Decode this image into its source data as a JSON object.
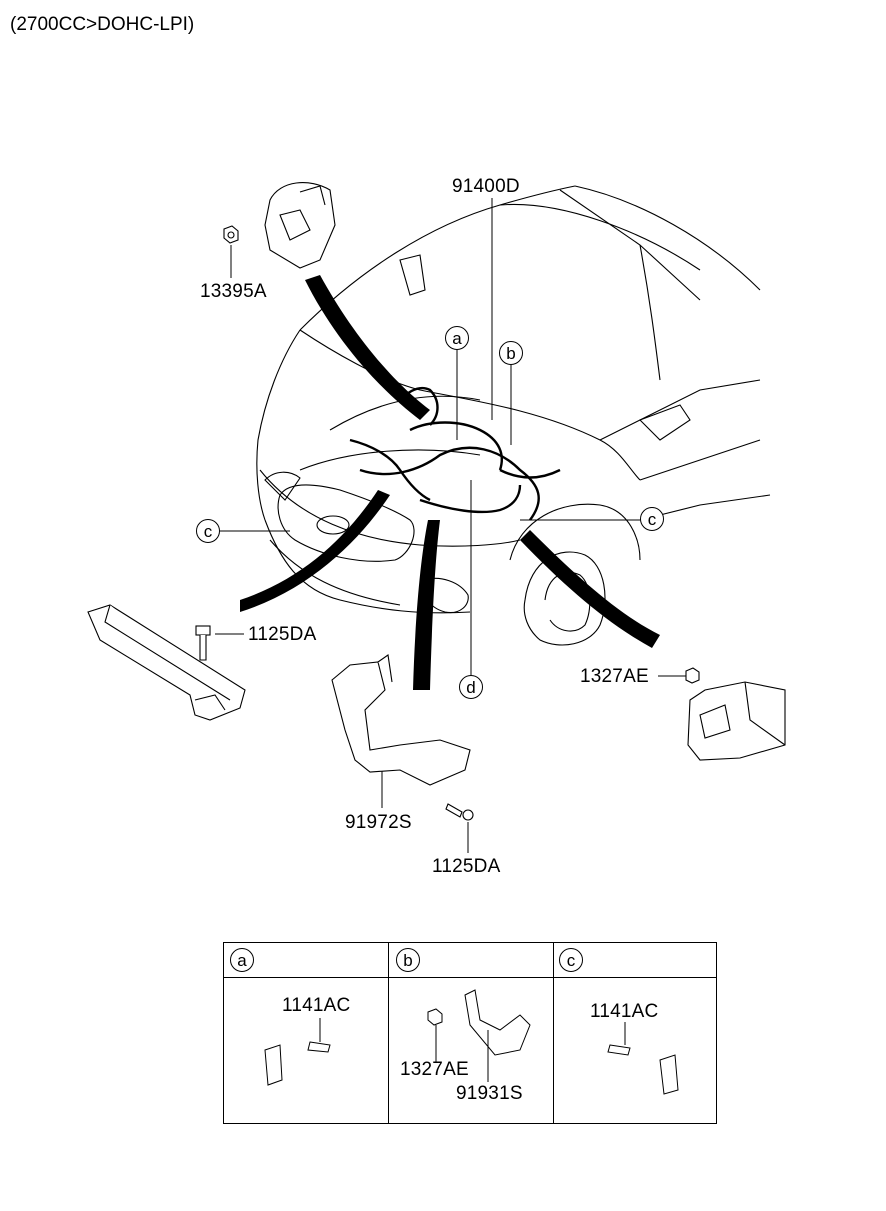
{
  "title": "(2700CC>DOHC-LPI)",
  "parts": {
    "harness": "91400D",
    "nut_top": "13395A",
    "bolt_left": "1125DA",
    "nut_right": "1327AE",
    "bracket": "91972S",
    "bolt_bottom": "1125DA"
  },
  "callouts": {
    "a": "a",
    "b": "b",
    "c_left": "c",
    "c_right": "c",
    "d": "d"
  },
  "table": {
    "col_a": {
      "letter": "a",
      "part": "1141AC"
    },
    "col_b": {
      "letter": "b",
      "part_nut": "1327AE",
      "part_bracket": "91931S"
    },
    "col_c": {
      "letter": "c",
      "part": "1141AC"
    }
  }
}
